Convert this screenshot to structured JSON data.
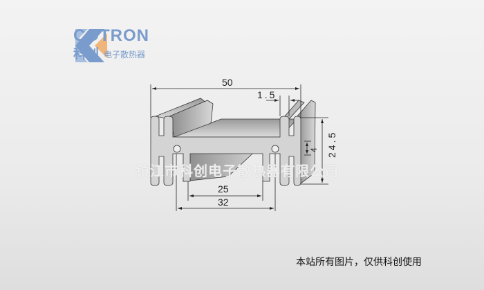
{
  "logo": {
    "brand_en": "COTRON",
    "brand_cn": "科创",
    "tagline": "电子散热器"
  },
  "diagram": {
    "dimensions": {
      "overall_width": "50",
      "fin_thickness": "1.5",
      "height": "24.5",
      "base_thickness": "4",
      "inner_width": "25",
      "hole_spacing": "32"
    }
  },
  "watermark": "镇江市科创电子散热器有限公司",
  "footer": "本站所有图片，仅供科创使用",
  "colors": {
    "logo_blue": "#7a9ccc",
    "logo_orange": "#f0b57a",
    "line": "#222222"
  }
}
